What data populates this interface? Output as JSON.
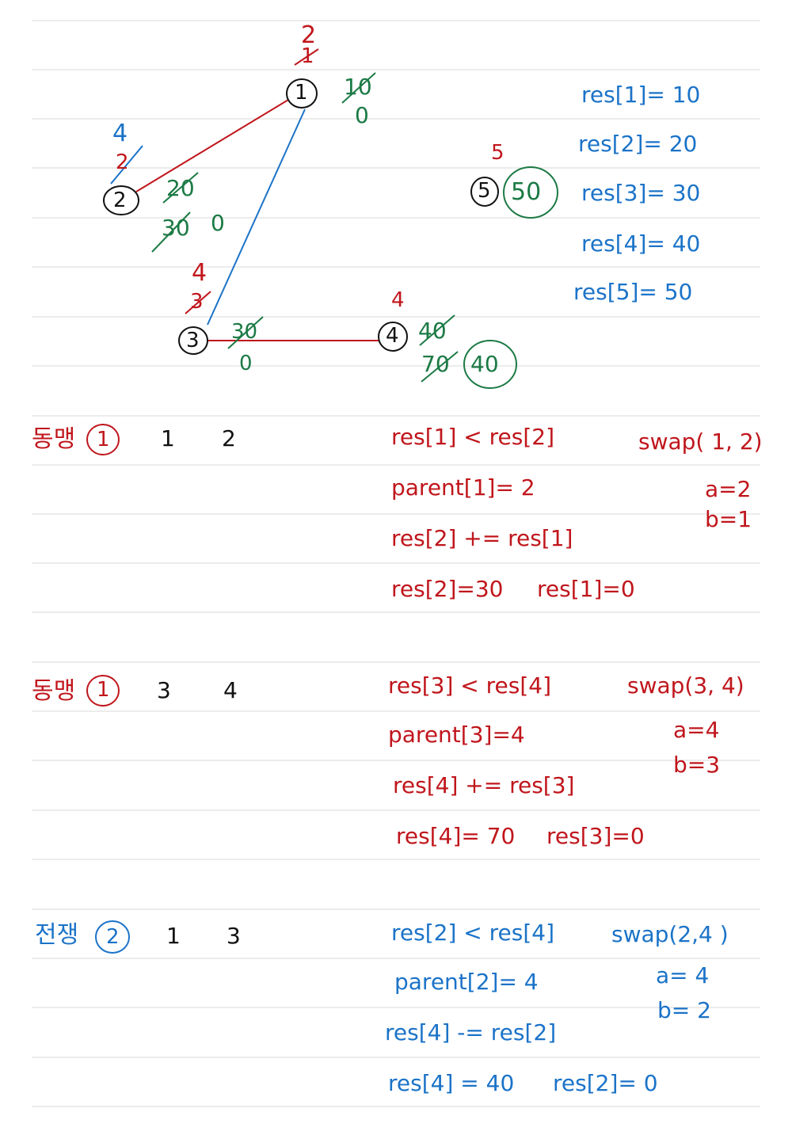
{
  "graph": {
    "node_labels": [
      "1",
      "2",
      "3",
      "4",
      "5"
    ],
    "rank_labels": {
      "n1_old": "1",
      "n1_new": "2",
      "n2_old": "2",
      "n2_new": "4",
      "n3_old": "3",
      "n3_new": "4",
      "n4": "4",
      "n5": "5"
    },
    "value_labels": {
      "n1_old": "10",
      "n1_new": "0",
      "n2_v1": "20",
      "n2_v2": "30",
      "n2_new": "0",
      "n3_old": "30",
      "n3_new": "0",
      "n4_v1": "40",
      "n4_v2": "70",
      "n4_final": "40",
      "n5_final": "50"
    }
  },
  "res_list": [
    "res[1]= 10",
    "res[2]= 20",
    "res[3]= 30",
    "res[4]= 40",
    "res[5]= 50"
  ],
  "sections": [
    {
      "label": "동맹",
      "type_num": "1",
      "a": "1",
      "b": "2",
      "lines": [
        "res[1] < res[2]",
        "parent[1]= 2",
        "res[2] += res[1]",
        "res[2]=30",
        "res[1]=0"
      ],
      "swap": "swap( 1, 2)",
      "vars": [
        "a=2",
        "b=1"
      ]
    },
    {
      "label": "동맹",
      "type_num": "1",
      "a": "3",
      "b": "4",
      "lines": [
        "res[3] < res[4]",
        "parent[3]=4",
        "res[4] += res[3]",
        "res[4]= 70",
        "res[3]=0"
      ],
      "swap": "swap(3, 4)",
      "vars": [
        "a=4",
        "b=3"
      ]
    },
    {
      "label": "전쟁",
      "type_num": "2",
      "a": "1",
      "b": "3",
      "lines": [
        "res[2] < res[4]",
        "parent[2]= 4",
        "res[4] -= res[2]",
        "res[4] = 40",
        "res[2]= 0"
      ],
      "swap": "swap(2,4 )",
      "vars": [
        "a= 4",
        "b= 2"
      ]
    }
  ],
  "colors": {
    "ruling": "#d9d9d9",
    "red": "#c0161c",
    "blue": "#1b73c8",
    "green": "#1c7a45",
    "black": "#111111"
  }
}
